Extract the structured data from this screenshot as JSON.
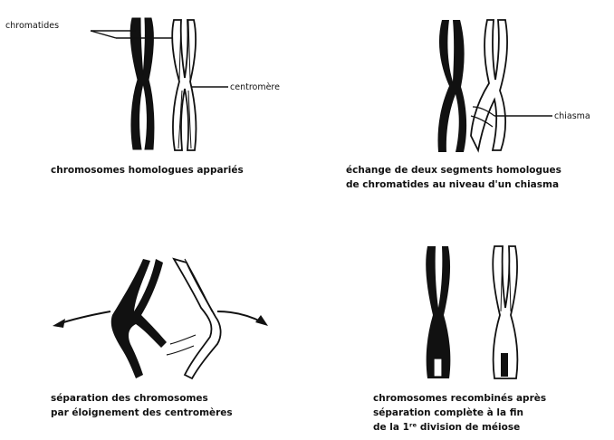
{
  "panels": [
    {
      "caption": [
        "chromosomes homologues appariés"
      ],
      "labels": {
        "chromatids": "chromatides",
        "centromere": "centromère"
      }
    },
    {
      "caption": [
        "échange de deux segments homologues",
        "de chromatides au niveau d'un chiasma"
      ],
      "labels": {
        "chiasma": "chiasma"
      }
    },
    {
      "caption": [
        "séparation des chromosomes",
        "par éloignement des centromères"
      ]
    },
    {
      "caption": [
        "chromosomes recombinés après",
        "séparation complète à la fin",
        "de la 1ʳᵉ division de méiose"
      ]
    }
  ]
}
